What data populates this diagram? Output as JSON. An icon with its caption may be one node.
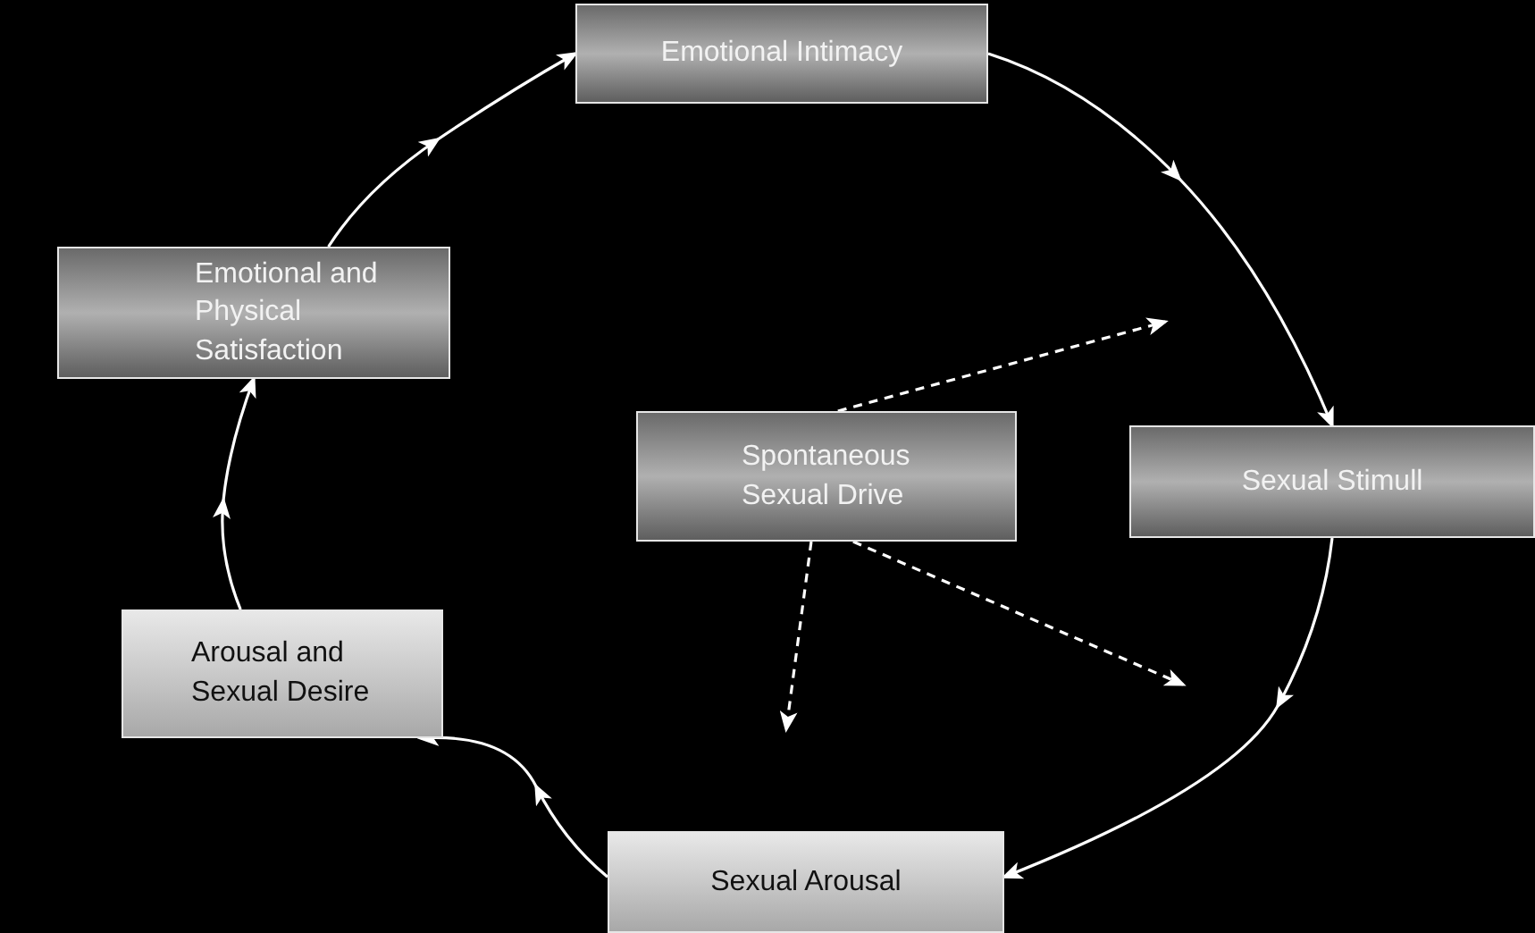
{
  "diagram": {
    "nodes": [
      {
        "text": [
          "Emotional Intimacy"
        ]
      },
      {
        "text": [
          "Emotional and Physical Satisfaction"
        ]
      },
      {
        "text": [
          "Spontaneous Sexual Drive"
        ]
      },
      {
        "text": [
          "Sexual Stimull"
        ]
      },
      {
        "text": [
          "Arousal and Sexual Desire"
        ]
      },
      {
        "text": [
          "Sexual Arousal"
        ]
      }
    ],
    "edges": [
      {
        "from": 1,
        "to": 0,
        "arrow": "to"
      },
      {
        "from": 0,
        "to": 3,
        "arrow": "to"
      },
      {
        "from": 3,
        "to": 5,
        "arrow": "to"
      },
      {
        "from": 5,
        "to": 4,
        "arrow": "to"
      },
      {
        "from": 4,
        "to": 1,
        "arrow": "to"
      },
      {
        "from": 2,
        "to": null,
        "arrow": "to",
        "style": "dashed"
      },
      {
        "from": 2,
        "to": null,
        "arrow": "to",
        "style": "dashed"
      },
      {
        "from": 2,
        "to": null,
        "arrow": "to",
        "style": "dashed"
      }
    ]
  }
}
